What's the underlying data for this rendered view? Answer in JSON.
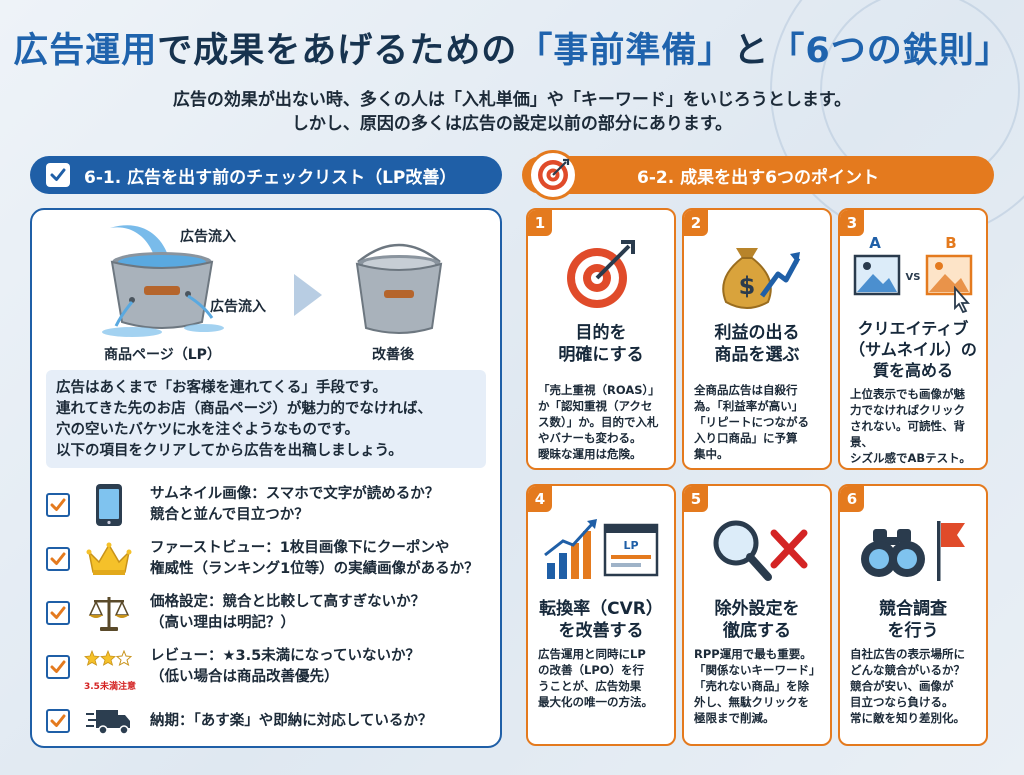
{
  "header": {
    "title_part1": "広告運用",
    "title_part2": "で成果をあげるための",
    "title_part3": "「事前準備」",
    "title_part4": "と",
    "title_part5": "「6つの鉄則」",
    "intro_line1": "広告の効果が出ない時、多くの人は「入札単価」や「キーワード」をいじろうとします。",
    "intro_line2": "しかし、原因の多くは広告の設定以前の部分にあります。"
  },
  "left_section": {
    "heading": "6-1. 広告を出す前のチェックリスト（LP改善）",
    "label_inflow_top": "広告流入",
    "label_inflow_side": "広告流入",
    "label_before": "商品ページ（LP）",
    "label_after": "改善後",
    "explain_lines": [
      "広告はあくまで「お客様を連れてくる」手段です。",
      "連れてきた先のお店（商品ページ）が魅力的でなければ、",
      "穴の空いたバケツに水を注ぐようなものです。",
      "以下の項目をクリアしてから広告を出稿しましょう。"
    ],
    "checklist": [
      {
        "line1": "サムネイル画像：スマホで文字が読めるか？",
        "line2": "競合と並んで目立つか？",
        "icon": "smartphone-icon"
      },
      {
        "line1": "ファーストビュー：1枚目画像下にクーポンや",
        "line2": "権威性（ランキング1位等）の実績画像があるか？",
        "icon": "crown-icon"
      },
      {
        "line1": "価格設定：競合と比較して高すぎないか？",
        "line2": "（高い理由は明記？）",
        "icon": "scale-icon"
      },
      {
        "line1": "レビュー：★3.5未満になっていないか？",
        "line2": "（低い場合は商品改善優先）",
        "icon": "stars-icon",
        "note": "3.5未満注意"
      },
      {
        "line1": "納期：「あす楽」や即納に対応しているか？",
        "line2": "",
        "icon": "truck-icon"
      }
    ]
  },
  "right_section": {
    "heading": "6-2. 成果を出す6つのポイント",
    "cards": [
      {
        "num": "1",
        "title_lines": [
          "目的を",
          "明確にする"
        ],
        "desc_lines": [
          "「売上重視（ROAS）」",
          "か「認知重視（アクセ",
          "ス数）」か。目的で入札",
          "やバナーも変わる。",
          "曖昧な運用は危険。"
        ],
        "icon": "target-icon"
      },
      {
        "num": "2",
        "title_lines": [
          "利益の出る",
          "商品を選ぶ"
        ],
        "desc_lines": [
          "全商品広告は自殺行",
          "為。「利益率が高い」",
          "「リピートにつながる",
          "入り口商品」に予算",
          "集中。"
        ],
        "icon": "money-bag-icon"
      },
      {
        "num": "3",
        "title_lines": [
          "クリエイティブ",
          "（サムネイル）の",
          "質を高める"
        ],
        "desc_lines": [
          "上位表示でも画像が魅",
          "力でなければクリック",
          "されない。可読性、背景、",
          "シズル感でABテスト。"
        ],
        "icon": "ab-test-icon",
        "label_a": "A",
        "label_b": "B",
        "label_vs": "VS"
      },
      {
        "num": "4",
        "title_lines": [
          "転換率（CVR）",
          "を改善する"
        ],
        "desc_lines": [
          "広告運用と同時にLP",
          "の改善（LPO）を行",
          "うことが、広告効果",
          "最大化の唯一の方法。"
        ],
        "icon": "growth-chart-icon",
        "label_lp": "LP"
      },
      {
        "num": "5",
        "title_lines": [
          "除外設定を",
          "徹底する"
        ],
        "desc_lines": [
          "RPP運用で最も重要。",
          "「関係ないキーワード」",
          "「売れない商品」を除",
          "外し、無駄クリックを",
          "極限まで削減。"
        ],
        "icon": "magnifier-cross-icon"
      },
      {
        "num": "6",
        "title_lines": [
          "競合調査",
          "を行う"
        ],
        "desc_lines": [
          "自社広告の表示場所に",
          "どんな競合がいるか？",
          "競合が安い、画像が",
          "目立つなら負ける。",
          "常に敵を知り差別化。"
        ],
        "icon": "binoculars-icon"
      }
    ]
  },
  "colors": {
    "blue": "#1f5fa7",
    "orange": "#e47a1e",
    "title_blue": "#1f63ad",
    "warning_red": "#d42424"
  }
}
